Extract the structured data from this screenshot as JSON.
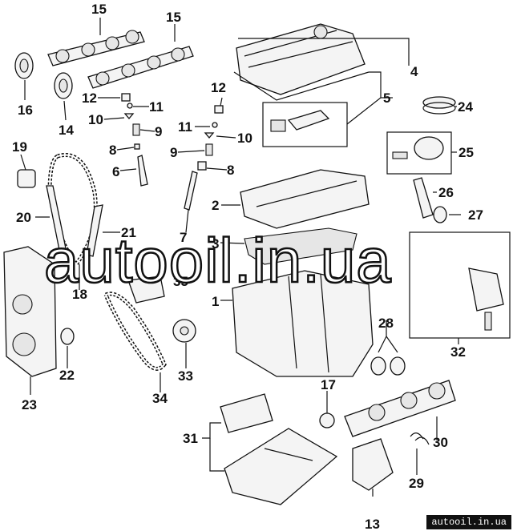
{
  "watermark": "autooil.in.ua",
  "footer": "autooil.in.ua",
  "callouts": [
    "1",
    "2",
    "3",
    "4",
    "5",
    "6",
    "7",
    "8",
    "9",
    "10",
    "11",
    "12",
    "13",
    "14",
    "15",
    "16",
    "17",
    "18",
    "19",
    "20",
    "21",
    "22",
    "23",
    "24",
    "25",
    "26",
    "27",
    "28",
    "29",
    "30",
    "31",
    "32",
    "33",
    "34",
    "35"
  ]
}
